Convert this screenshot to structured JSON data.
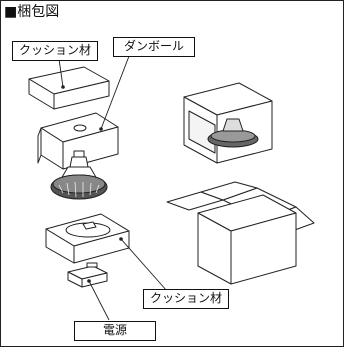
{
  "title": "■梱包図",
  "labels": {
    "cushion_top": "クッション材",
    "cardboard": "ダンボール",
    "cushion_bottom": "クッション材",
    "power_supply": "電源"
  }
}
